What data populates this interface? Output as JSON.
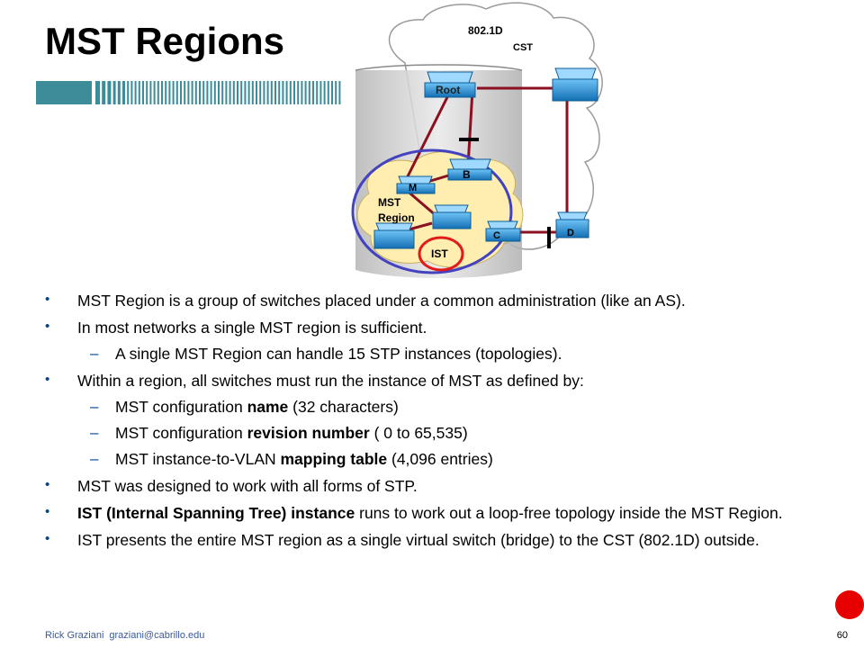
{
  "slide": {
    "title": "MST Regions",
    "footer": {
      "author": "Rick Graziani",
      "email": "graziani@cabrillo.edu",
      "page": "60"
    }
  },
  "diagram": {
    "labels": {
      "std": "802.1D",
      "cst": "CST",
      "root": "Root",
      "b": "B",
      "m": "M",
      "c": "C",
      "d": "D",
      "mst1": "MST",
      "mst2": "Region",
      "ist": "IST"
    },
    "colors": {
      "switch": "#1a8fd6",
      "link": "#8b1020",
      "region_ring": "#4343c0",
      "ist_ring": "#e11b1b",
      "blob": "#ffeeb0"
    }
  },
  "bullets": [
    {
      "level": 1,
      "parts": [
        {
          "text": "MST Region is a group of switches placed under a common administration (like an AS)."
        }
      ]
    },
    {
      "level": 1,
      "parts": [
        {
          "text": "In most networks a single MST region is sufficient."
        }
      ]
    },
    {
      "level": 2,
      "parts": [
        {
          "text": "A single MST Region can handle 15 STP instances (topologies)."
        }
      ]
    },
    {
      "level": 1,
      "parts": [
        {
          "text": "Within a region, all switches must run the instance of MST as defined by:"
        }
      ]
    },
    {
      "level": 2,
      "parts": [
        {
          "text": "MST configuration "
        },
        {
          "text": "name",
          "bold": true
        },
        {
          "text": " (32 characters)"
        }
      ]
    },
    {
      "level": 2,
      "parts": [
        {
          "text": "MST configuration "
        },
        {
          "text": "revision number",
          "bold": true
        },
        {
          "text": " ( 0 to 65,535)"
        }
      ]
    },
    {
      "level": 2,
      "parts": [
        {
          "text": "MST instance-to-VLAN "
        },
        {
          "text": "mapping table",
          "bold": true
        },
        {
          "text": " (4,096 entries)"
        }
      ]
    },
    {
      "level": 1,
      "parts": [
        {
          "text": "MST was designed to work with all forms of STP."
        }
      ]
    },
    {
      "level": 1,
      "parts": [
        {
          "text": "IST (Internal Spanning Tree) instance",
          "bold": true
        },
        {
          "text": " runs to work out a loop-free topology inside the MST Region."
        }
      ]
    },
    {
      "level": 1,
      "parts": [
        {
          "text": "IST presents the entire MST region as a single virtual switch (bridge) to the CST (802.1D) outside."
        }
      ]
    }
  ]
}
